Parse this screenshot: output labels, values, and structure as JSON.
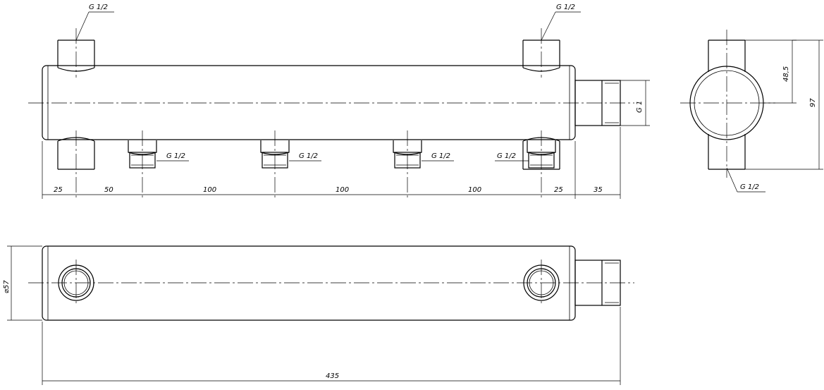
{
  "labels": {
    "thread_half": "G 1/2",
    "thread_one": "G 1",
    "diameter": "⌀57",
    "height_half": "48,5",
    "height_total": "97",
    "length_total": "435"
  },
  "dims_top": [
    "25",
    "50",
    "100",
    "100",
    "100",
    "25",
    "35"
  ]
}
